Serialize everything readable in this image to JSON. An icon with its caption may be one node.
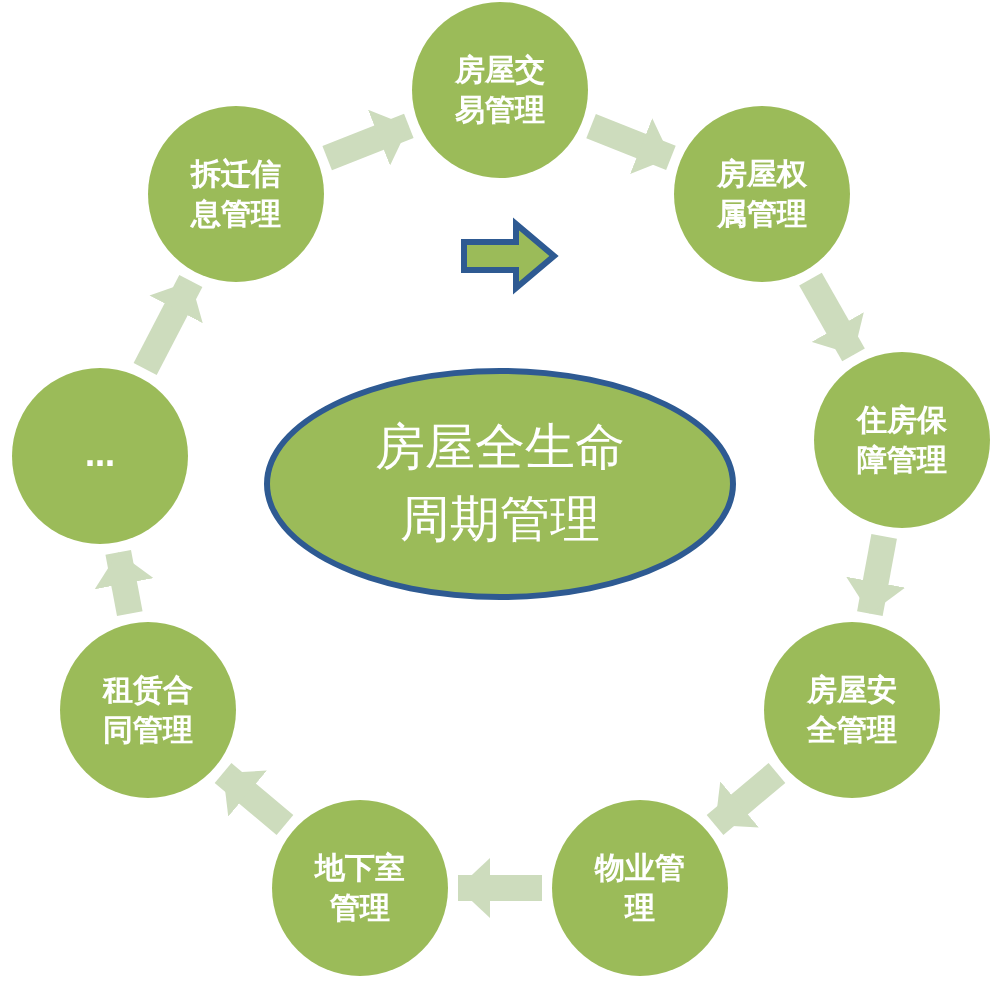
{
  "diagram": {
    "nodes": [
      {
        "text": [
          "房屋全生命周期管理"
        ]
      },
      {
        "text": [
          "房屋交易管理"
        ]
      },
      {
        "text": [
          "房屋权属管理"
        ]
      },
      {
        "text": [
          "住房保障管理"
        ]
      },
      {
        "text": [
          "房屋安全管理"
        ]
      },
      {
        "text": [
          "物业管理"
        ]
      },
      {
        "text": [
          "地下室管理"
        ]
      },
      {
        "text": [
          "租赁合同管理"
        ]
      },
      {
        "text": [
          "…"
        ]
      },
      {
        "text": [
          "拆迁信息管理"
        ]
      }
    ],
    "edges": [
      {
        "from": 9,
        "to": 1,
        "arrow": "to"
      },
      {
        "from": 1,
        "to": 2,
        "arrow": "to"
      },
      {
        "from": 2,
        "to": 3,
        "arrow": "to"
      },
      {
        "from": 3,
        "to": 4,
        "arrow": "to"
      },
      {
        "from": 4,
        "to": 5,
        "arrow": "to"
      },
      {
        "from": 5,
        "to": 6,
        "arrow": "to"
      },
      {
        "from": 6,
        "to": 7,
        "arrow": "to"
      },
      {
        "from": 7,
        "to": 8,
        "arrow": "to"
      },
      {
        "from": 8,
        "to": 9,
        "arrow": "to"
      }
    ]
  }
}
